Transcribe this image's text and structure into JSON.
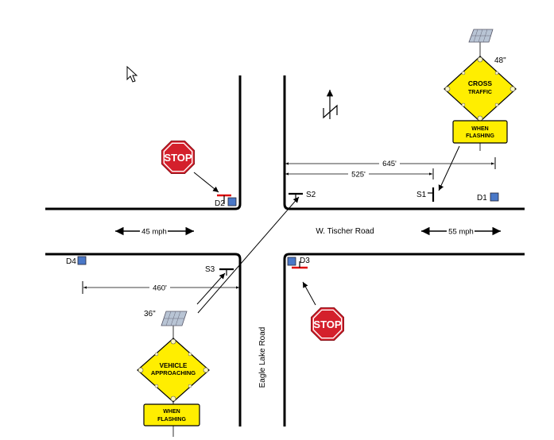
{
  "roads": {
    "horizontal_name": "W. Tischer Road",
    "vertical_name": "Eagle Lake Road"
  },
  "speeds": {
    "west": "45 mph",
    "east": "55 mph"
  },
  "stop_signs": {
    "nw_label": "STOP",
    "se_label": "STOP"
  },
  "detectors": {
    "d1": "D1",
    "d2": "D2",
    "d3": "D3",
    "d4": "D4"
  },
  "stop_bars": {
    "s1": "S1",
    "s2": "S2",
    "s3": "S3"
  },
  "dimensions": {
    "d645": "645'",
    "d525": "525'",
    "d460": "460'"
  },
  "ne_sign": {
    "size": "48\"",
    "line1": "CROSS",
    "line2": "TRAFFIC",
    "plaque1": "WHEN",
    "plaque2": "FLASHING"
  },
  "sw_sign": {
    "size": "36\"",
    "line1": "VEHICLE",
    "line2": "APPROACHING",
    "plaque1": "WHEN",
    "plaque2": "FLASHING"
  },
  "north_label": "N",
  "colors": {
    "sign_yellow": "#ffee00",
    "stop_red": "#d4202c",
    "detector_blue": "#4a78c8",
    "stop_bar_red": "#e01010"
  }
}
